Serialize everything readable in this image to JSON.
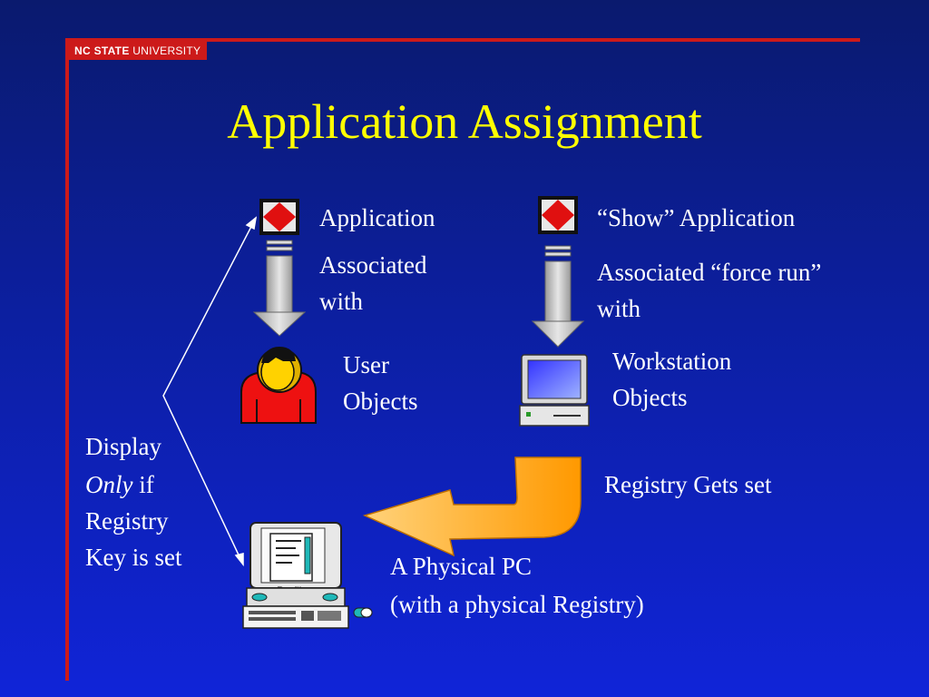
{
  "header": {
    "brand_bold": "NC STATE",
    "brand_rest": "UNIVERSITY"
  },
  "title": "Application Assignment",
  "left_column": {
    "app_label": "Application",
    "assoc_line1": "Associated",
    "assoc_line2": "with",
    "target_line1": "User",
    "target_line2": "Objects"
  },
  "right_column": {
    "app_label": "“Show” Application",
    "assoc_line1": "Associated “force run”",
    "assoc_line2": "with",
    "target_line1": "Workstation",
    "target_line2": "Objects"
  },
  "registry_label": "Registry Gets set",
  "display_note": {
    "line1": "Display",
    "line2_italic": "Only",
    "line2_rest": " if",
    "line3": "Registry",
    "line4": "Key is set"
  },
  "pc": {
    "line1": "A Physical PC",
    "line2": "(with a physical Registry)",
    "screen_label": "Profile"
  },
  "colors": {
    "accent_red": "#cc1a1a",
    "title_yellow": "#ffff00",
    "arrow_orange": "#ffa500",
    "app_icon_red": "#e01010"
  },
  "icons": [
    "application-icon",
    "user-icon",
    "workstation-icon",
    "physical-pc-icon",
    "down-arrow-icon",
    "curved-arrow-icon"
  ]
}
